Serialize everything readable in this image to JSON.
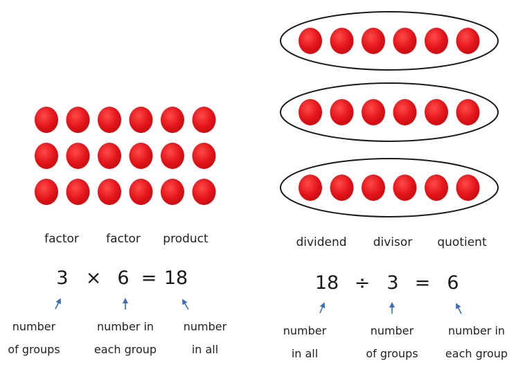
{
  "multiplication": {
    "array": {
      "rows": 3,
      "columns": 6,
      "dot_color": "#e3151a"
    },
    "terms": {
      "factor1": "factor",
      "factor2": "factor",
      "product": "product"
    },
    "equation": {
      "a": "3",
      "op": "×",
      "b": "6",
      "eq": "=",
      "c": "18"
    },
    "descriptions": {
      "groups": [
        "number",
        "of groups"
      ],
      "each": [
        "number in",
        "each group"
      ],
      "all": [
        "number",
        "in all"
      ]
    }
  },
  "division": {
    "groups": 3,
    "dots_per_group": 6,
    "dot_color": "#e3151a",
    "terms": {
      "dividend": "dividend",
      "divisor": "divisor",
      "quotient": "quotient"
    },
    "equation": {
      "a": "18",
      "op": "÷",
      "b": "3",
      "eq": "=",
      "c": "6"
    },
    "descriptions": {
      "all": [
        "number",
        "in all"
      ],
      "groups": [
        "number",
        "of groups"
      ],
      "each": [
        "number in",
        "each group"
      ]
    }
  },
  "arrow_color": "#3d6db5"
}
